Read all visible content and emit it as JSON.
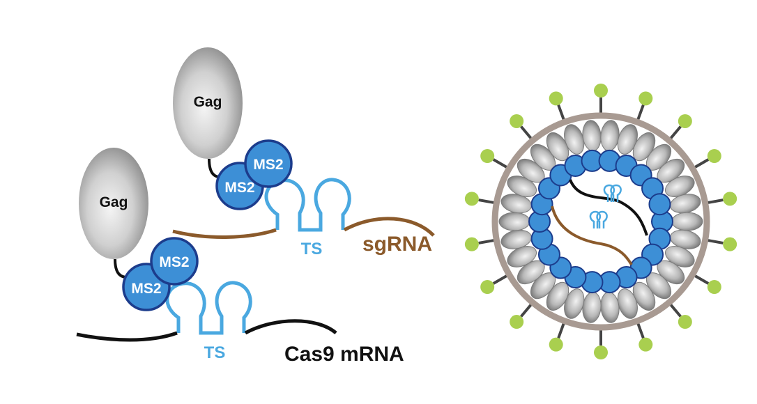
{
  "colors": {
    "gag_dark": "#8a8a8a",
    "gag_light": "#f2f2f2",
    "ms2_fill": "#3d8fd6",
    "ms2_stroke": "#1c3c8c",
    "ts_loop": "#4aa8e0",
    "cas9_line": "#111111",
    "sgrna_line": "#8b5a2b",
    "envelope": "#a89a92",
    "spike_head": "#a9cf4f",
    "spike_stem": "#444444",
    "capsid_bead": "#3d8fd6"
  },
  "labels": {
    "gag_top": "Gag",
    "gag_bottom": "Gag",
    "ms2_top_a": "MS2",
    "ms2_top_b": "MS2",
    "ms2_bottom_a": "MS2",
    "ms2_bottom_b": "MS2",
    "ts_top": "TS",
    "ts_bottom": "TS",
    "sgrna": "sgRNA",
    "cas9": "Cas9 mRNA"
  }
}
